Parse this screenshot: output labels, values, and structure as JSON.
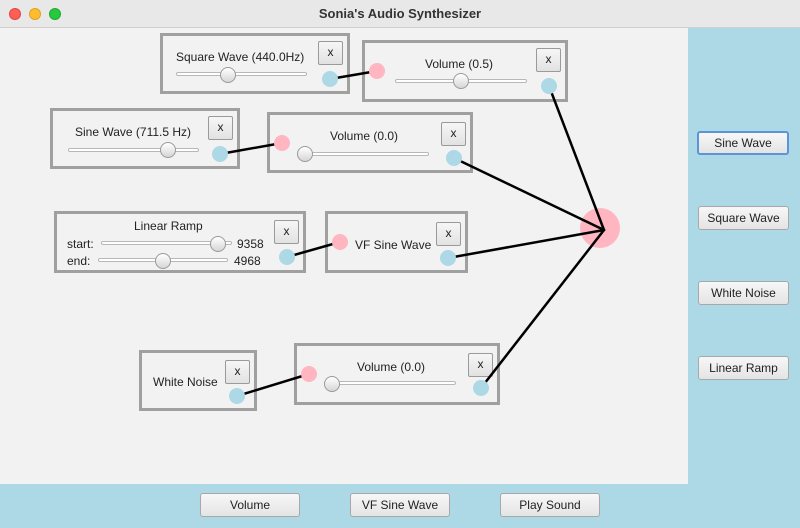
{
  "window": {
    "title": "Sonia's Audio Synthesizer"
  },
  "modules": {
    "square_wave": {
      "label": "Square Wave (440.0Hz)",
      "close": "x"
    },
    "volume1": {
      "label": "Volume (0.5)",
      "close": "x"
    },
    "sine_wave": {
      "label": "Sine Wave (711.5 Hz)",
      "close": "x"
    },
    "volume2": {
      "label": "Volume (0.0)",
      "close": "x"
    },
    "linear_ramp": {
      "label": "Linear Ramp",
      "start_label": "start:",
      "start_value": "9358",
      "end_label": "end:",
      "end_value": "4968",
      "close": "x"
    },
    "vf_sine": {
      "label": "VF Sine Wave",
      "close": "x"
    },
    "white_noise": {
      "label": "White Noise",
      "close": "x"
    },
    "volume3": {
      "label": "Volume (0.0)",
      "close": "x"
    }
  },
  "sliders": {
    "square_wave": 0.38,
    "volume1": 0.5,
    "sine_wave": 0.8,
    "volume2": 0.0,
    "ramp_start": 0.95,
    "ramp_end": 0.5,
    "volume3": 0.0
  },
  "sidebar": {
    "buttons": [
      "Sine Wave",
      "Square Wave",
      "White Noise",
      "Linear Ramp"
    ]
  },
  "bottom_bar": {
    "buttons": [
      "Volume",
      "VF Sine Wave",
      "Play Sound"
    ]
  },
  "colors": {
    "accent": "#add8e6",
    "input_port": "#ffb6c1",
    "output_port": "#add8e6",
    "speaker": "#ffb6c1",
    "wire": "#000000"
  }
}
